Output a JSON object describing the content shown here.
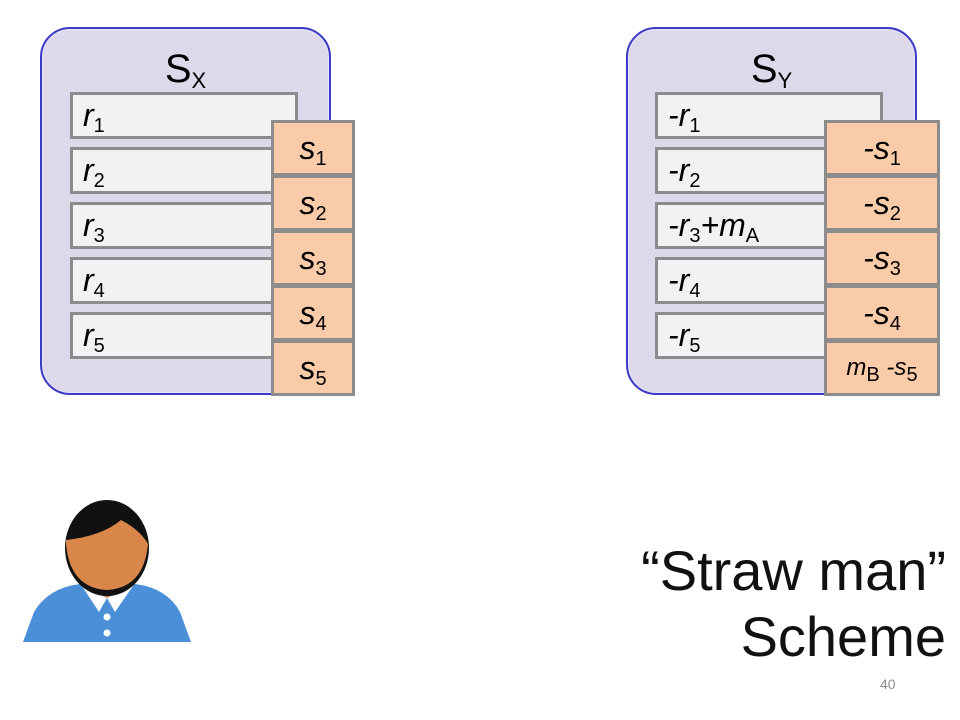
{
  "server_x": {
    "title_main": "S",
    "title_sub": "X",
    "r_cells": [
      {
        "main": "r",
        "sub": "1"
      },
      {
        "main": "r",
        "sub": "2"
      },
      {
        "main": "r",
        "sub": "3"
      },
      {
        "main": "r",
        "sub": "4"
      },
      {
        "main": "r",
        "sub": "5"
      }
    ],
    "s_cells": [
      {
        "main": "s",
        "sub": "1"
      },
      {
        "main": "s",
        "sub": "2"
      },
      {
        "main": "s",
        "sub": "3"
      },
      {
        "main": "s",
        "sub": "4"
      },
      {
        "main": "s",
        "sub": "5"
      }
    ]
  },
  "server_y": {
    "title_main": "S",
    "title_sub": "Y",
    "r_cells": [
      {
        "main": "-r",
        "sub": "1",
        "extra": ""
      },
      {
        "main": "-r",
        "sub": "2",
        "extra": ""
      },
      {
        "main": "-r",
        "sub": "3",
        "extra": "+m",
        "extra_sub": "A"
      },
      {
        "main": "-r",
        "sub": "4",
        "extra": ""
      },
      {
        "main": "-r",
        "sub": "5",
        "extra": ""
      }
    ],
    "s_cells": [
      {
        "main": "-s",
        "sub": "1"
      },
      {
        "main": "-s",
        "sub": "2"
      },
      {
        "main": "-s",
        "sub": "3"
      },
      {
        "main": "-s",
        "sub": "4"
      },
      {
        "prefix": "m",
        "prefix_sub": "B",
        "main": " -s",
        "sub": "5"
      }
    ]
  },
  "title_line1": "“Straw man”",
  "title_line2": "Scheme",
  "page_number": "40",
  "colors": {
    "server_fill": "#ded9ea",
    "server_border": "#3b3bc4",
    "s_cell_fill": "#f9cba8",
    "r_cell_fill": "#f2f2f2",
    "cell_border": "#8c8c8c",
    "person_skin": "#d9864a",
    "person_hair": "#111111",
    "person_shirt": "#4a8fd8"
  }
}
